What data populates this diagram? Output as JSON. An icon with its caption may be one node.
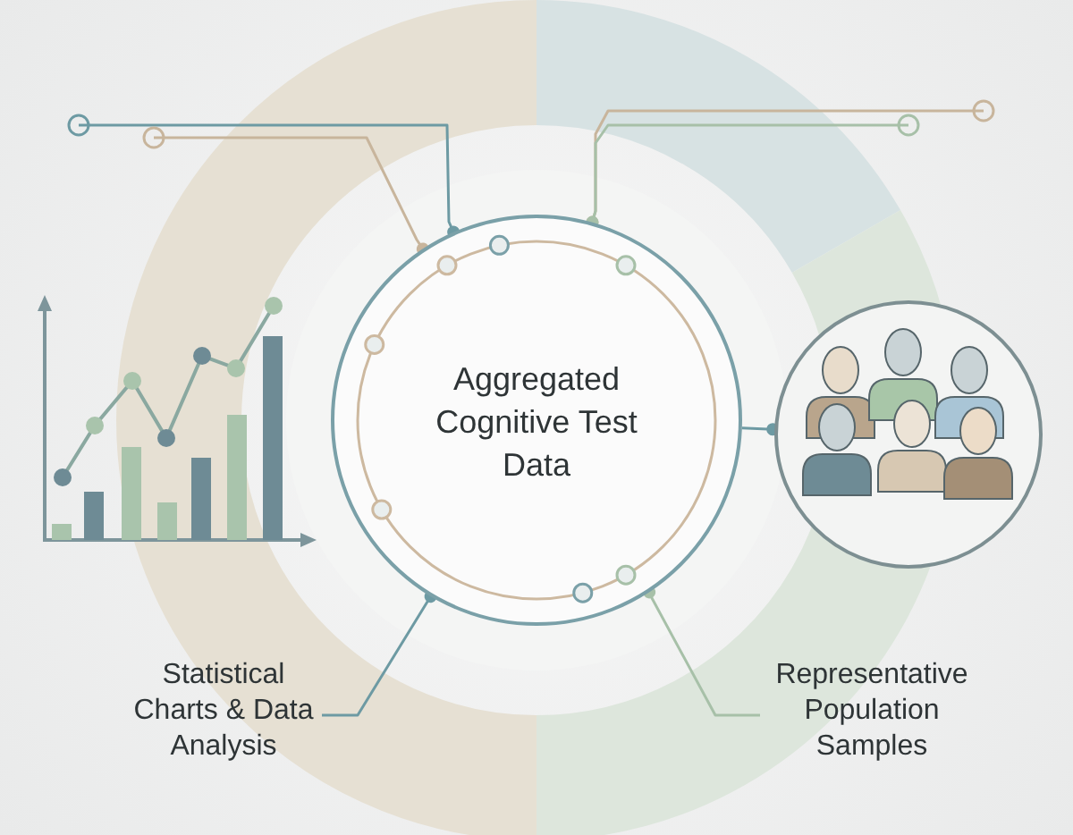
{
  "diagram": {
    "nodes": [
      {
        "text": [
          "Aggregated Cognitive Test Data"
        ]
      },
      {
        "text": [],
        "shape": "picture"
      },
      {
        "text": [],
        "shape": "picture"
      },
      {
        "text": [
          "Statistical Charts & Data Analysis"
        ]
      },
      {
        "text": [
          "Representative Population Samples"
        ]
      }
    ],
    "edges": [
      {
        "from": null,
        "to": 0,
        "arrow": "other"
      },
      {
        "from": null,
        "to": 0,
        "arrow": "other",
        "color": "#c8b59c"
      },
      {
        "from": null,
        "to": 0,
        "arrow": "other",
        "color": "#c8b59c"
      },
      {
        "from": null,
        "to": 0,
        "arrow": "other",
        "color": "#a7c0a8"
      },
      {
        "from": 3,
        "to": 0,
        "arrow": "other"
      },
      {
        "from": 4,
        "to": 0,
        "arrow": "other",
        "color": "#a7c0a8"
      },
      {
        "from": 0,
        "to": 2,
        "arrow": "other"
      }
    ]
  }
}
